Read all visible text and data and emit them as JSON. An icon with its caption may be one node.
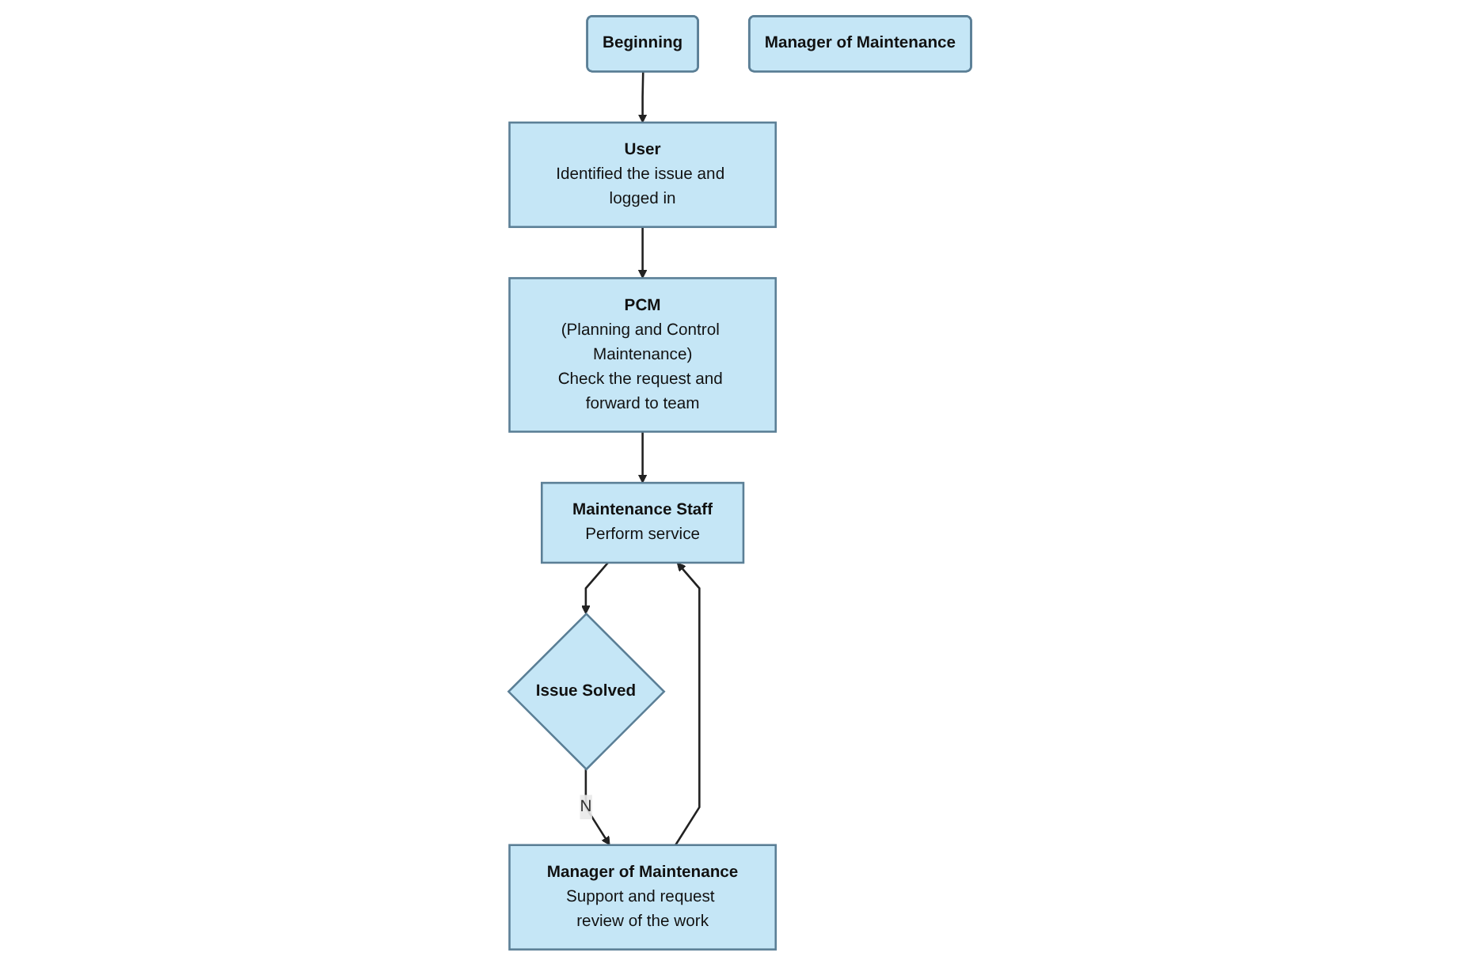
{
  "diagram": {
    "nodes": [
      {
        "text": [
          "Beginning"
        ]
      },
      {
        "text": [
          "User",
          "Identified the issue and logged in"
        ]
      },
      {
        "text": [
          "PCM",
          "(Planning and Control Maintenance)",
          "Check the request and forward to team"
        ]
      },
      {
        "text": [
          "Maintenance Staff",
          "Perform service"
        ]
      },
      {
        "text": [
          "Issue Solved"
        ]
      },
      {
        "text": [
          "Manager of Maintenance",
          "Support and request review of the work"
        ]
      },
      {
        "text": [
          "Manager of Maintenance"
        ]
      }
    ],
    "edges": [
      {
        "from": 0,
        "to": 1,
        "arrow": "to"
      },
      {
        "from": 1,
        "to": 2,
        "arrow": "to"
      },
      {
        "from": 2,
        "to": 3,
        "arrow": "to"
      },
      {
        "from": 3,
        "to": 4,
        "arrow": "to"
      },
      {
        "from": 4,
        "to": 5,
        "arrow": "to",
        "label": "N"
      },
      {
        "from": 5,
        "to": 3,
        "arrow": "to"
      }
    ]
  }
}
